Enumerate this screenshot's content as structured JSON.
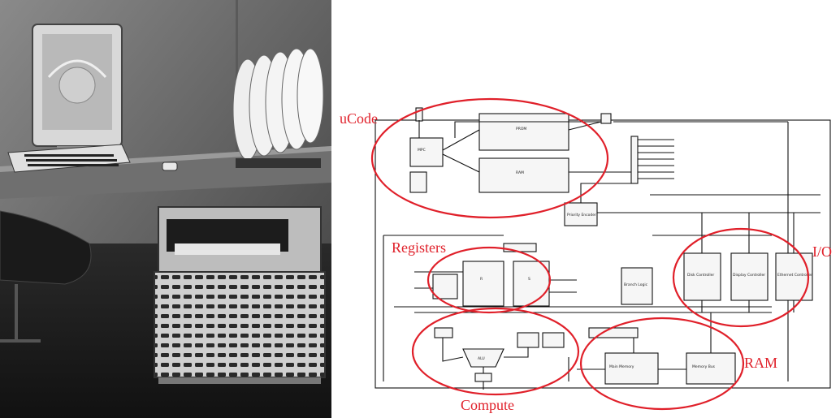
{
  "annotations": {
    "ucode": "uCode",
    "registers": "Registers",
    "io": "I/O",
    "ram": "RAM",
    "compute": "Compute"
  },
  "colors": {
    "annotation": "#e0202a",
    "lines": "#111111"
  },
  "blocks": {
    "mpc": "MPC",
    "prom": "PROM",
    "ram_control": "RAM",
    "priority_encoder": "Priority Encoder",
    "r_registers": "R",
    "s_registers": "S",
    "alu": "ALU",
    "branch_logic": "Branch Logic",
    "disk_controller": "Disk Controller",
    "display_controller": "Display Controller",
    "ethernet_controller": "Ethernet Controller",
    "main_memory": "Main Memory",
    "memory_bus": "Memory Bus"
  }
}
